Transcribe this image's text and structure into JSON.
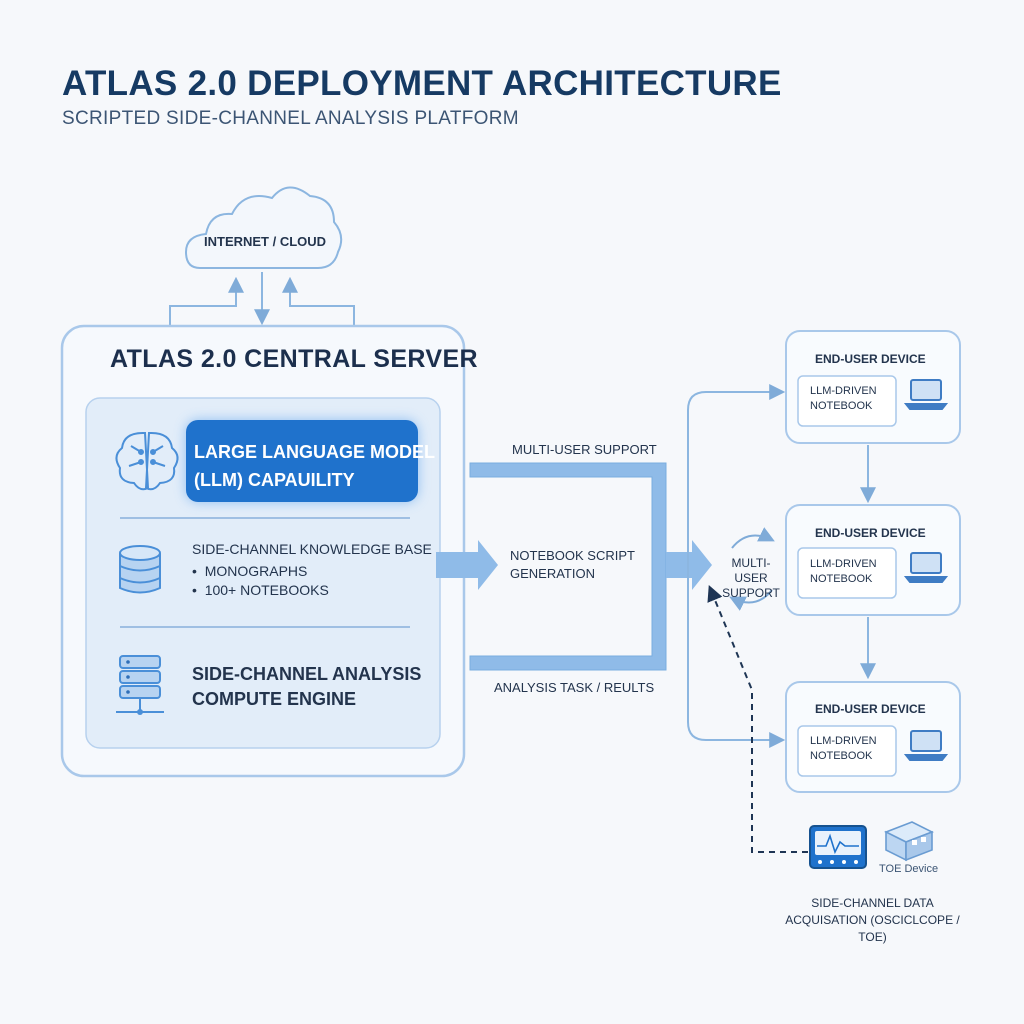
{
  "header": {
    "title": "ATLAS 2.0 DEPLOYMENT ARCHITECTURE",
    "subtitle": "SCRIPTED SIDE-CHANNEL ANALYSIS PLATFORM"
  },
  "cloud": {
    "label": "INTERNET / CLOUD"
  },
  "server": {
    "title": "ATLAS 2.0 CENTRAL SERVER",
    "llm": {
      "line1": "LARGE LANGUAGE MODEL",
      "line2": "(LLM) CAPAUILITY"
    },
    "knowledge_base": {
      "title": "SIDE-CHANNEL KNOWLEDGE BASE",
      "items": [
        "MONOGRAPHS",
        "100+ NOTEBOOKS"
      ]
    },
    "engine": {
      "line1": "SIDE-CHANNEL ANALYSIS",
      "line2": "COMPUTE ENGINE"
    }
  },
  "flows": {
    "multi_user_top": "MULTI-USER SUPPORT",
    "notebook_script": "NOTEBOOK SCRIPT GENERATION",
    "analysis_task": "ANALYSIS TASK / REULTS",
    "multi_user_side": "MULTI-USER SUPPORT"
  },
  "devices": [
    {
      "title": "END-USER DEVICE",
      "notebook": "LLM-DRIVEN NOTEBOOK"
    },
    {
      "title": "END-USER DEVICE",
      "notebook": "LLM-DRIVEN NOTEBOOK"
    },
    {
      "title": "END-USER DEVICE",
      "notebook": "LLM-DRIVEN NOTEBOOK"
    }
  ],
  "acquisition": {
    "toe_label": "TOE Device",
    "label": "SIDE-CHANNEL DATA ACQUISATION (OSCICLCOPE / TOE)"
  },
  "colors": {
    "line": "#8cb6e0",
    "box_border": "#a9c8ea",
    "accent": "#1f72cc",
    "arrow_fill": "#8fbbe8",
    "dark_dash": "#1e3554"
  },
  "icons": [
    "cloud-icon",
    "brain-icon",
    "database-icon",
    "server-stack-icon",
    "laptop-icon",
    "sync-icon",
    "oscilloscope-icon",
    "toe-device-icon"
  ]
}
